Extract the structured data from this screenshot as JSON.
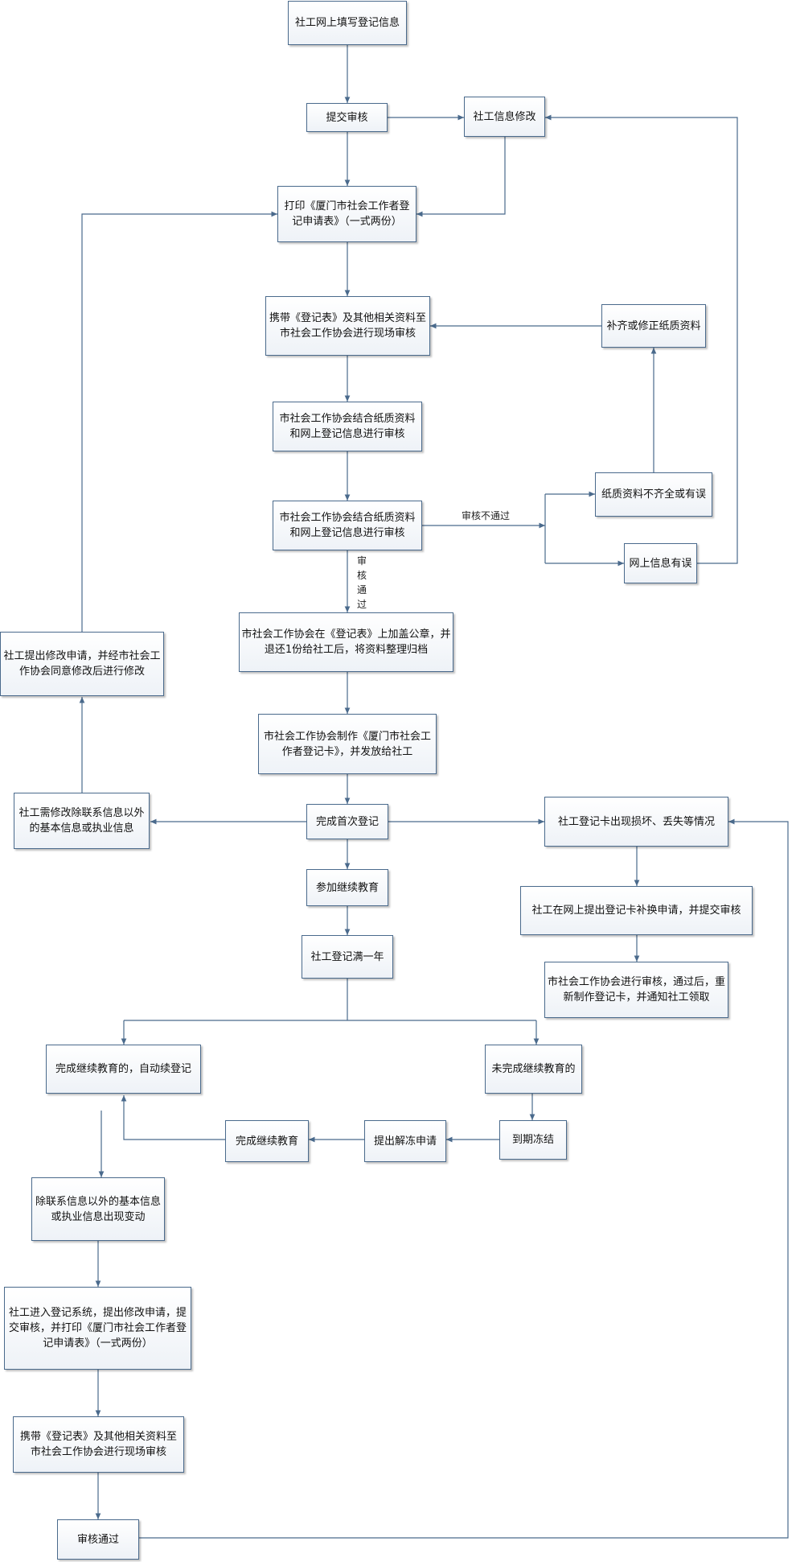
{
  "nodes": {
    "n_fill": "社工网上填写登记信息",
    "n_submit": "提交审核",
    "n_modify": "社工信息修改",
    "n_print": "打印《厦门市社会工作者登记申请表》（一式两份）",
    "n_bring": "携带《登记表》及其他相关资料至市社会工作协会进行现场审核",
    "n_supplement": "补齐或修正纸质资料",
    "n_review1": "市社会工作协会结合纸质资料和网上登记信息进行审核",
    "n_review2": "市社会工作协会结合纸质资料和网上登记信息进行审核",
    "n_paper_err": "纸质资料不齐全或有误",
    "n_online_err": "网上信息有误",
    "n_stamp": "市社会工作协会在《登记表》上加盖公章，并退还1份给社工后，将资料整理归档",
    "n_card": "市社会工作协会制作《厦门市社会工作者登记卡》，并发放给社工",
    "n_first": "完成首次登记",
    "n_apply_change": "社工提出修改申请，并经市社会工作协会同意修改后进行修改",
    "n_need_change": "社工需修改除联系信息以外的基本信息或执业信息",
    "n_card_lost": "社工登记卡出现损坏、丢失等情况",
    "n_reissue_apply": "社工在网上提出登记卡补换申请，并提交审核",
    "n_reissue": "市社会工作协会进行审核，通过后，重新制作登记卡，并通知社工领取",
    "n_edu": "参加继续教育",
    "n_year": "社工登记满一年",
    "n_auto": "完成继续教育的，自动续登记",
    "n_not": "未完成继续教育的",
    "n_freeze": "到期冻结",
    "n_unfreeze": "提出解冻申请",
    "n_done_edu": "完成继续教育",
    "n_change_info": "除联系信息以外的基本信息或执业信息出现变动",
    "n_system": "社工进入登记系统，提出修改申请，提交审核，并打印《厦门市社会工作者登记申请表》（一式两份）",
    "n_bring2": "携带《登记表》及其他相关资料至市社会工作协会进行现场审核",
    "n_pass": "审核通过"
  },
  "labels": {
    "fail": "审核不通过",
    "pass": "审核通过"
  },
  "colors": {
    "line": "#4a6a8c",
    "box_border": "#4a6a8c",
    "text": "#111111"
  }
}
